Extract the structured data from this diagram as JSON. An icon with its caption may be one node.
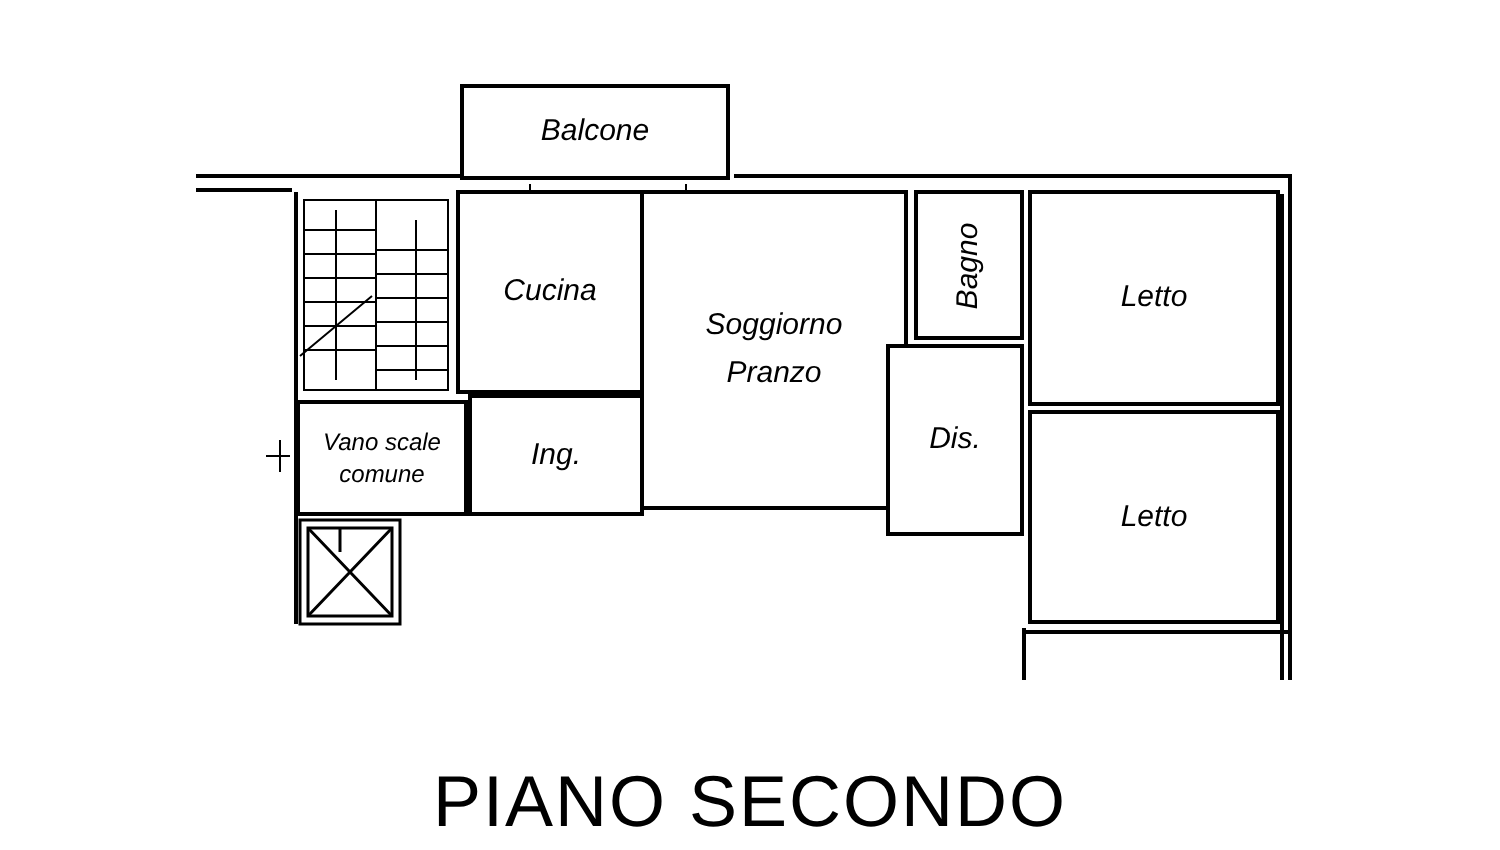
{
  "diagram": {
    "title": "PIANO SECONDO",
    "nodes": [
      {
        "text": [
          "Balcone"
        ]
      },
      {
        "text": [
          "Cucina"
        ]
      },
      {
        "text": [
          "Soggiorno Pranzo"
        ]
      },
      {
        "text": [
          "Bagno"
        ]
      },
      {
        "text": [
          "Letto"
        ]
      },
      {
        "text": [
          "Dis."
        ]
      },
      {
        "text": [
          "Vano scale comune"
        ]
      },
      {
        "text": [
          "Ing."
        ]
      },
      {
        "text": [
          "Letto"
        ]
      }
    ]
  }
}
